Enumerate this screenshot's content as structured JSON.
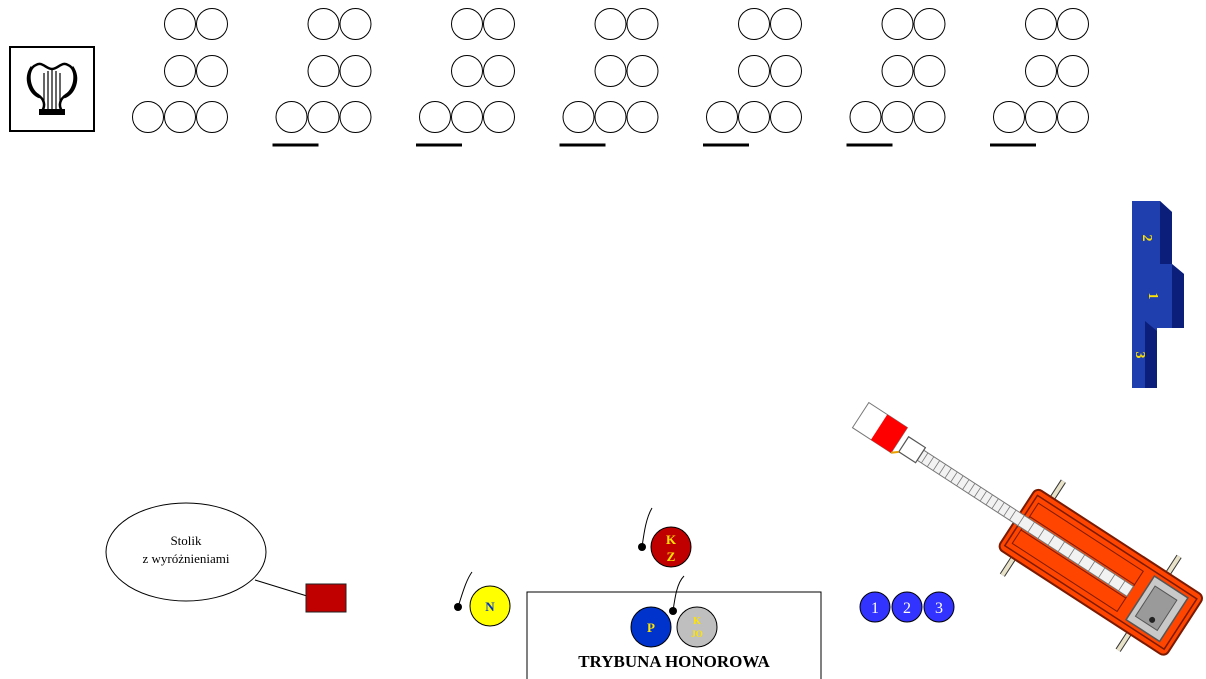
{
  "legend_callout": {
    "line1": "Stolik",
    "line2": "z wyróżnieniami"
  },
  "tribune": {
    "label": "TRYBUNA HONOROWA"
  },
  "persons": {
    "n": "N",
    "kz_top": "K",
    "kz_bottom": "Z",
    "p": "P",
    "kjo_top": "K",
    "kjo_bottom": "JO"
  },
  "numbered_circles": [
    "1",
    "2",
    "3"
  ],
  "podium": {
    "places": [
      "2",
      "1",
      "3"
    ]
  },
  "colors": {
    "podium_blue": "#1f3fae",
    "podium_label": "#ffe400",
    "table_red": "#c00000",
    "person_yellow": "#ffff00",
    "person_red": "#c00000",
    "person_blue": "#0033cc",
    "person_gray": "#bfbfbf",
    "numbered_blue": "#3333ff",
    "vehicle_orange": "#ff4500",
    "flag_red": "#ff0000"
  },
  "icons": {
    "band": "lyre-icon",
    "vehicle": "fire-truck-icon",
    "flag": "flag-icon",
    "microphone": "microphone-icon"
  },
  "formation": {
    "group_count": 7,
    "rows": [
      2,
      2,
      3
    ],
    "underlined_groups": 6
  }
}
